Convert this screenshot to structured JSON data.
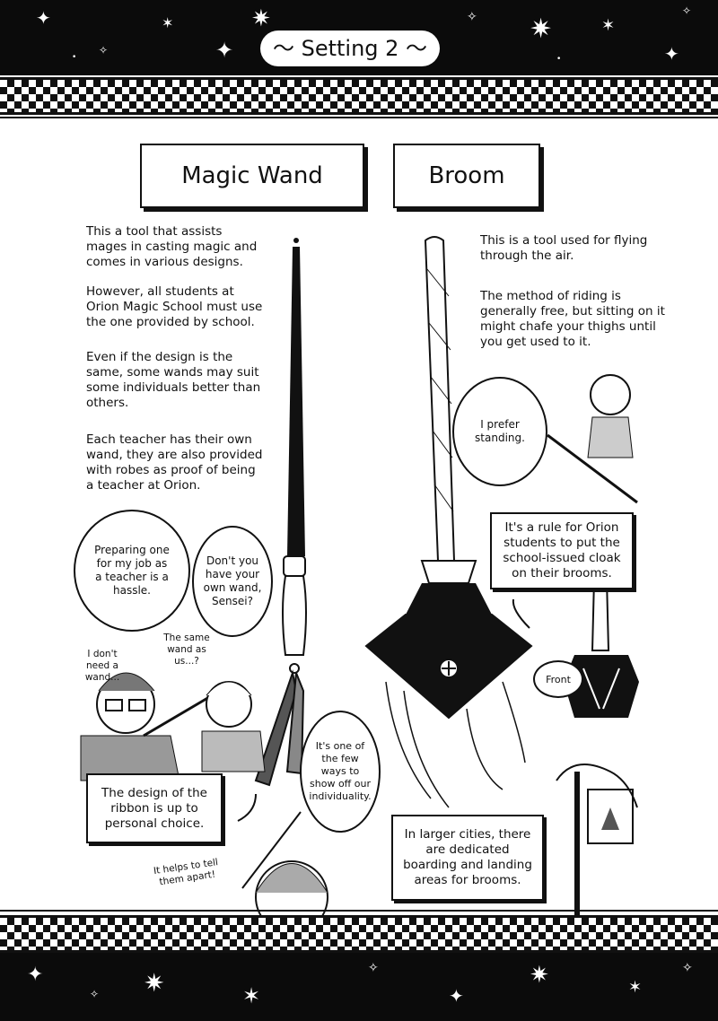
{
  "header": {
    "title": "Setting 2"
  },
  "wand": {
    "heading": "Magic Wand",
    "paragraphs": [
      "This a tool that assists mages in casting magic and comes in various designs.",
      "However, all students at Orion Magic School must use the one provided by school.",
      "Even if the design is the same, some wands may suit some individuals better than others.",
      "Each teacher has their own wand, they are also provided with robes as proof of being a teacher at Orion."
    ],
    "bubble_teacher": "Preparing one for my job as a teacher is a hassle.",
    "bubble_student": "Don't you have your own wand, Sensei?",
    "scribble_no_wand": "I don't need a wand...",
    "scribble_same_wand": "The same wand as us...?",
    "ribbon_note": "The design of the ribbon is up to personal choice.",
    "bubble_individuality": "It's one of the few ways to show off our individuality.",
    "scribble_apart": "It helps to tell them apart!"
  },
  "broom": {
    "heading": "Broom",
    "paragraphs": [
      "This is a tool used for flying through the air.",
      "The method of riding is generally free, but sitting on it might chafe your thighs until you get used to it."
    ],
    "bubble_standing": "I prefer standing.",
    "cloak_note": "It's a rule for Orion students to put the school-issued cloak on their brooms.",
    "front_label": "Front",
    "cities_note": "In larger cities, there are dedicated boarding and landing areas for brooms."
  }
}
